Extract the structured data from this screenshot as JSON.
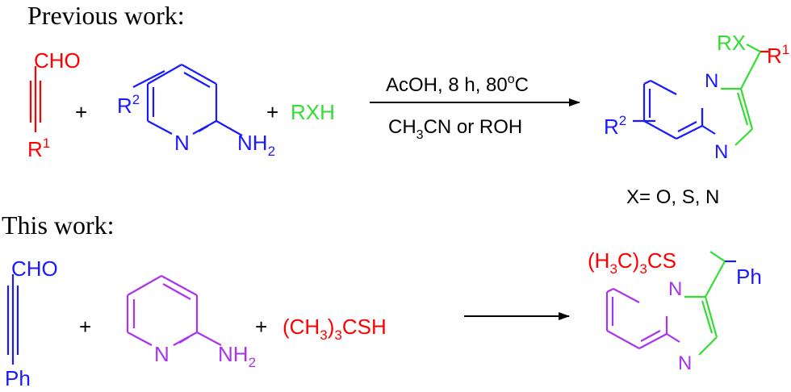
{
  "colors": {
    "red": "#ff0000",
    "blue": "#1a1aff",
    "green": "#33dd33",
    "purple": "#aa33ee",
    "black": "#000000"
  },
  "sections": {
    "previous": {
      "heading": "Previous work:"
    },
    "this": {
      "heading": "This work:"
    }
  },
  "previous": {
    "aldehyde": {
      "cho": "CHO",
      "r_sub": "R",
      "r_sup": "1"
    },
    "plus1": "+",
    "aminopyridine": {
      "r": "R",
      "r_sup": "2",
      "n": "N",
      "nh": "NH",
      "nh_sub": "2"
    },
    "plus2": "+",
    "nucleophile": "RXH",
    "conditions_top": {
      "text": "AcOH, 8 h, 80",
      "sup": "o",
      "tail": "C"
    },
    "conditions_bottom": {
      "a": "CH",
      "sub": "3",
      "b": "CN or ROH"
    },
    "product": {
      "rx": "RX",
      "r1": "R",
      "r1_sup": "1",
      "r2": "R",
      "r2_sup": "2",
      "n_bridge": "N",
      "n_ring": "N"
    },
    "note": "X= O, S, N"
  },
  "this": {
    "aldehyde": {
      "cho": "CHO",
      "ph": "Ph"
    },
    "plus1": "+",
    "aminopyridine": {
      "n": "N",
      "nh": "NH",
      "nh_sub": "2"
    },
    "plus2": "+",
    "thiol": {
      "a": "(CH",
      "sub": "3",
      "b": ")",
      "sub2": "3",
      "c": "CSH"
    },
    "product": {
      "s_a": "(H",
      "s_sub": "3",
      "s_b": "C)",
      "s_sub2": "3",
      "s_c": "CS",
      "ph": "Ph",
      "n_bridge": "N",
      "n_ring": "N"
    }
  }
}
